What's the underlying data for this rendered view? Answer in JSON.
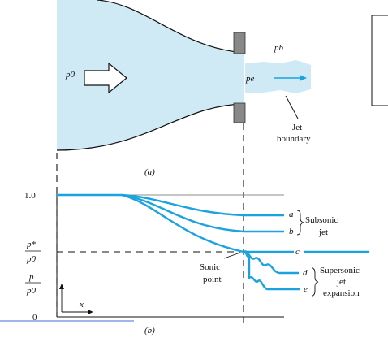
{
  "part_a": {
    "caption": "(a)",
    "reservoir_pressure": "p0",
    "exit_pressure": "pe",
    "back_pressure": "pb",
    "jet_boundary_label": [
      "Jet",
      "boundary"
    ]
  },
  "part_b": {
    "caption": "(b)",
    "y_tick_one": "1.0",
    "y_tick_zero": "0",
    "ratio_star_num": "p*",
    "ratio_den": "p0",
    "ratio_num": "p",
    "x_label": "x",
    "sonic_label": [
      "Sonic",
      "point"
    ],
    "curves": [
      {
        "id": "a",
        "label": "a"
      },
      {
        "id": "b",
        "label": "b"
      },
      {
        "id": "c",
        "label": "c"
      },
      {
        "id": "d",
        "label": "d"
      },
      {
        "id": "e",
        "label": "e"
      }
    ],
    "subsonic_label": [
      "Subsonic",
      "jet"
    ],
    "supersonic_label": [
      "Supersonic",
      "jet",
      "expansion"
    ]
  },
  "colors": {
    "flow_fill": "#cfe9f5",
    "curve": "#1aa3de",
    "line": "#111111"
  }
}
